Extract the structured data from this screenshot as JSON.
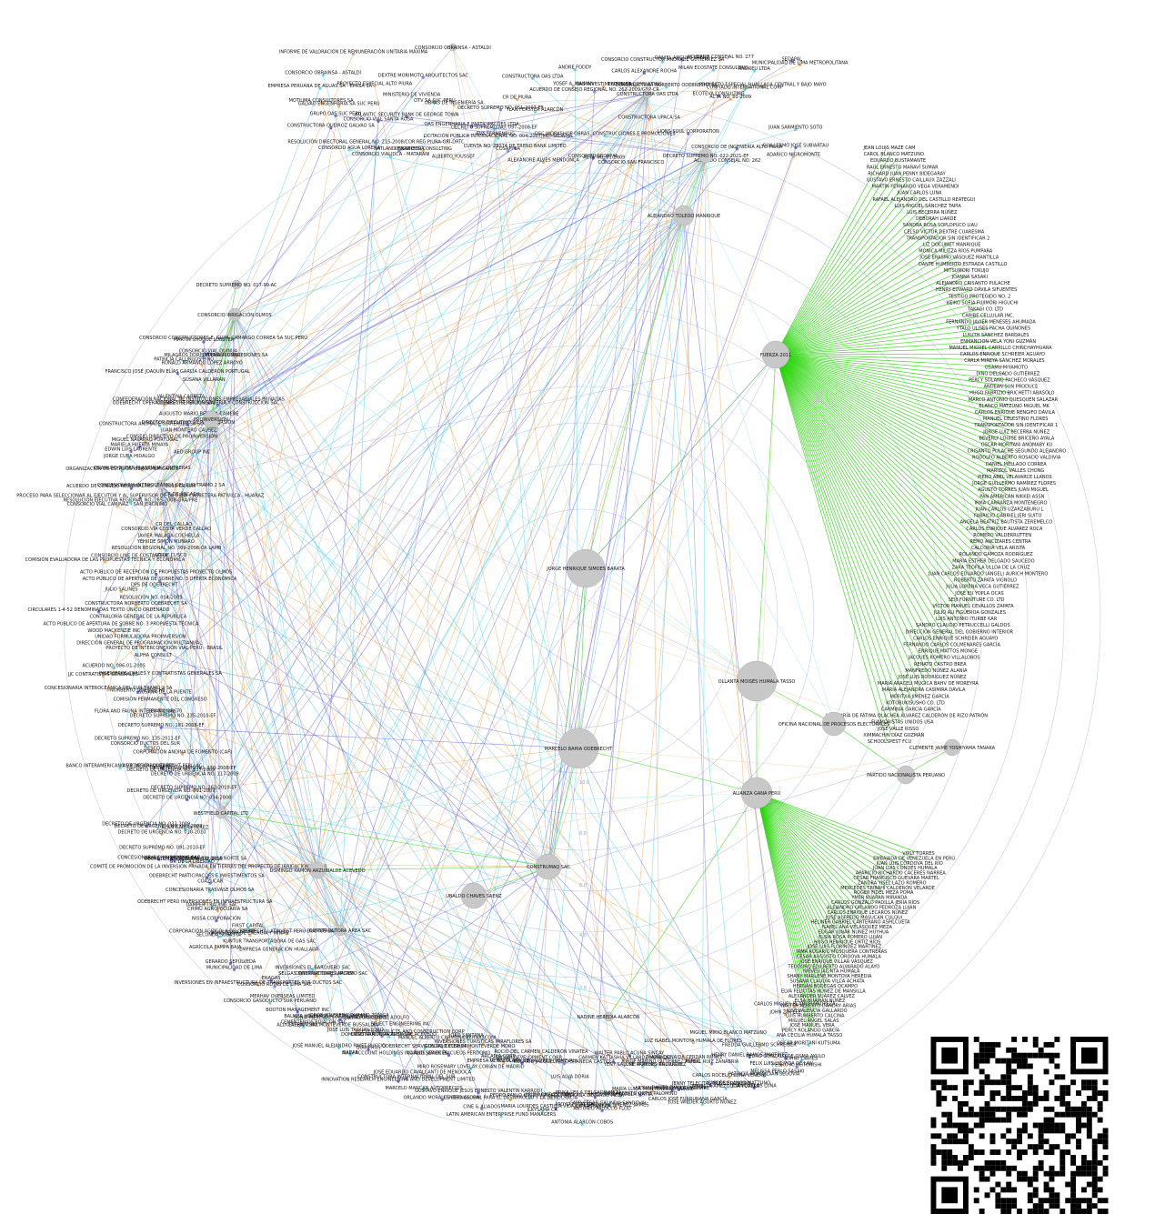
{
  "graph": {
    "rings": [
      "2.0",
      "4.0",
      "6.0",
      "8.0",
      "10.0"
    ],
    "hubs": [
      {
        "name": "FUERZA 2011"
      },
      {
        "name": "JORGE HENRIQUE SIMOES BARATA"
      },
      {
        "name": "OLLANTA MOISÉS HUMALA TASSO"
      },
      {
        "name": "MARCELO BAHIA ODEBRECHT"
      },
      {
        "name": "ALIANZA GANA PERÚ"
      },
      {
        "name": "CONSTRUMAQ SAC"
      },
      {
        "name": "OFICINA NACIONAL DE PROCESOS ELECTORALES"
      },
      {
        "name": "PARTIDO NACIONALISTA PERUANO"
      },
      {
        "name": "CLEMENTE JAIME YOSHIYAMA TANAKA"
      },
      {
        "name": "ALEJANDRO TOLEDO MANRIQUE"
      },
      {
        "name": "PROINVERSION"
      },
      {
        "name": "UBALDO CHAVES SAENZ"
      },
      {
        "name": "DECRETO SUPREMO NO. 022-2021-EF"
      },
      {
        "name": "CONSORCIO IRRIGACIÓN OLMOS"
      },
      {
        "name": "WESTFIELD CAPITAL LTD"
      },
      {
        "name": "DOMINGO RAMÓN ARZUBIALDE ACEVEDO"
      },
      {
        "name": "NADINE HEREDIA ALARCÓN"
      },
      {
        "name": "CONSTRUCTORA OAS LTDA"
      },
      {
        "name": "CONSTRUCTORA AREA SAC"
      },
      {
        "name": "CONCESIONARIA INTEROCEÁNICA DEL SUR TRAMO 2 SA"
      },
      {
        "name": "DECRETO SUPREMO NO. 017-99-AC"
      },
      {
        "name": "CONSORCIO OBRAINSA - ASTALDI"
      }
    ],
    "fuerza_members": [
      "JEAN LOUIS MAZE CAM",
      "CAROL BLANCO MATZUNO",
      "EDUARDO BUSTAMANTE",
      "RAÚL ERNESTO MARAVÍ SUMAR",
      "RICHARD JUAN PENNY BIDEGARAY",
      "GUSTAVO ERNESTO CAILLAUX ZAZZALI",
      "MARTÍN FERNANDO VEGA VERAMENDI",
      "JUAN CARLOS LUNA",
      "RAFAEL ALEJANDRO DEL CASTILLO REATEGUI",
      "LUIS MIGUEL SÁNCHEZ TAPIA",
      "LUIS BECERRA NÚÑEZ",
      "DEBORAH LIARDE",
      "SANDRA ROSA SOPLOPUCO LIAU",
      "CELSO VÍCTOR DEXTRE CUARESMA",
      "TRANSPORTADOR SIN IDENTIFICAR 2",
      "LIZ DOCUMET MANRIQUE",
      "MÓNICA MILITZA RÍOS PUMPARA",
      "JOSÉ ERASMO VÁSQUEZ MANTILLA",
      "DANTE HUMBERTO ESTRADA CASTILLO",
      "MITSUMORI TOKUJO",
      "JOANNA SASAKI",
      "ALEJANDRO CRISANTO PULACHE",
      "HENRY EDWARD DÁVILA SIFUENTES",
      "TESTIGO PROTEGIDO NO. 2",
      "KEIKO SOFÍA FUJIMORI HIGUCHI",
      "TAKAGI CO. LTD",
      "CARIBE CELLULAR INC.",
      "FERNANDO JAVIER MENESES AHUMADA",
      "YTALO ULISES PACHA QUIÑONES",
      "LUILITH SÁNCHEZ BARDALES",
      "ENMANCION VELA YONI GUZMÁN",
      "MANUEL MIGUEL CARRILLO CHINCHAYHUARA",
      "CARLOS ENRIQUE SCHREIER AGUAYO",
      "CARLA MIREYA SÁNCHEZ MORALES",
      "OSAMU MIYAMOTO",
      "DINO DELGADO GUTIÉRREZ",
      "PERCY SOLANO PACHECO VÁSQUEZ",
      "ANDEAN SUN PRODUCE",
      "HUGO FABRIZIO BRICHETTI ABASOLO",
      "MARCO ANTONIO QUESQUÉN SALAZAR",
      "BLANCO MATZUNO MIGUEL MK",
      "CARLOS ENRIQUE RENGIFO DÁVILA",
      "MANUEL CELESTINO FLORES",
      "TRANSPORTADOR SIN IDENTIFICAR 1",
      "JORGE LUIZ BECERRA NÚÑEZ",
      "BEVERLY LOUISE BRICEÑO AYALA",
      "OSCAR MORITANI ANOMABY KU",
      "CRISANTO PULACHE SEGUNDO ALEJANDRO",
      "RODOLFO ALBERTO ROSADO VALDIVIA",
      "DANIEL MELLADO CORREA",
      "MARIZOL VALLES CHONG",
      "PIERO ABEL VELAVARCE LLANOS",
      "JORGE GUILLERMO RAMÍREZ FLORES",
      "AGUSTO TORRES JUAN MIGUEL",
      "PAN AMERICAN NIKKEI ASSN",
      "IRMA CARRANZA MONTENEGRO",
      "JUAN CARLOS UZARZABURU L",
      "FABRICIO GABRIEL JERI SUITO",
      "ANGELA BEATRIZ BAUTISTA ZEREMELCO",
      "CARLOS ENRIQUE ÁLVAREZ ROCA",
      "ROMERO VALDERRUTTEN",
      "REMO ANCIZARES CENTRA",
      "CALCORIA VELA ARISTA",
      "ROLANDO GAMOZA RODRÍGUEZ",
      "MARIA ESTHER DELGADO SAUCEDO",
      "ZARA TEÓFILA ULLOA DE LA CRUZ",
      "JUAN CARLOS EDUARDO (ÁNGEL) AURICH MONTERO",
      "ROBERTO ZAPATA VIGNOLO",
      "JULIA LORENA VECA GUTIÉRREZ",
      "JOSÉ EU YOPLA OCAS",
      "SEIJI FURNITURE CO. LTD",
      "VÍCTOR MANUEL CEVALLOS ZAPATA",
      "JULIO ALI FIGUEROA GONZALES",
      "LUIS ANTONIO ITURBE KAR",
      "SANDRO CLAUDIO PETRUCCELLI GALDOS",
      "DIRECCIÓN GENERAL DEL GOBIERNO INTERIOR",
      "CARLOS ENRIQUE SCHREIER AGUAYO",
      "FERNANDO CARLOS COLMENARES GARCÍA",
      "ENRIQUE MATTOS MONGE",
      "JACQUES ROMERO VILLALOBOS",
      "RENATO CASTRO BREA",
      "MANFREDO NÚÑEZ ALANIA",
      "JOSÉ LUIS RODRÍGUEZ NÚÑEZ",
      "MARIA ARACELI MÚGICA BAHV DE MOREYRA",
      "MARIA ALEJANDRA CASIMIRA DÁVILA",
      "MERITXA JIMÉNEZ GARCÍA",
      "KOTOBUKISUSHO CO. LTD",
      "CARMINIA GARCÍA GARCÍA",
      "LUZ MARÍA DE FÁTIMA OLACHEA ÁLVAREZ CALDERÓN DE RIZO PATRÓN",
      "FUJIMORISTAS UNIDOS USA",
      "JOSÉ VALLE RISSO",
      "XIMMACHIN DÍAZ GUZMÁN",
      "SCHOOLSPEST FCU"
    ],
    "alianza_members": [
      "VIRLY TORRES",
      "EMBAJADA DE VENEZUELA EN PERÚ",
      "JUAN LUIS CÓRDOVA DEL RÍO",
      "JUAN LUIS CONDES HUMALA",
      "APARICIO RICHARDO CÁCERES NARREA",
      "CÉSAR FRANCISCO GUEVARA MARTEL",
      "ZANDRA YISEL LAZO ROMERO",
      "MERCEDES TRIBAHI CALDERÓN VELARDE",
      "ROGER FIDEL MEZA POMA",
      "YMER KUARAN MIRANDA",
      "CARLOS GONZALO PADILLA JERÍA RÍOS",
      "ALEJANDRO ORLANDO PEDROZA LUJÁN",
      "CARLOS ENRIQUE LECAROS NÚÑEZ",
      "JOSÉ ALFREDO MASUCAN CULQUI",
      "HELINER GABRIEL CÁRTERANO ASPILCUETA",
      "ISABEL ANA VELÁSQUEZ MEZA",
      "EDGAR JUNAR NÚÑEZ HUYHUA",
      "ELSIA ROSA ROMERO LUJÁN",
      "HUGO HENRIQUE ORTIZ RÍOS",
      "JOSÉ LUIS FLORINDEZ MARTÍNEZ",
      "IRMA ROSARIO MOSQUERA CONTRERAS",
      "CÉSAR AUGUSTO CÓRDOVA HUMALA",
      "JOSÉ ENRIQUE VILLAR VÁSQUEZ",
      "TEODORO EDILBERTO ALVARADO ALAYO",
      "NIEVES JACINTA HUMALA",
      "SHANY MARLENE MONTOYA HEREDIA",
      "SUSANA CLAUDIA VILCA ACHATA",
      "HERNÁN BODEGAS OCAMPO",
      "ELVA FELICITAS NÚÑEZ DE MANSILLA",
      "ALEXANDER SUÁREZ CALVEZ",
      "ELSA HUAMÁN NÚÑEZ",
      "WALTER ALBERTO DANDRY ARIAS",
      "JOSÉ VALENCIA GALLARDO",
      "LUIS HUMBERTO CALCINA",
      "MIGUEL ÁNGEL SALAS",
      "JOSÉ MANUEL VERA",
      "PERCY ROLANDO GARCÍA",
      "ANA CECILIA HUMALA TASSO"
    ],
    "misc_labels": [
      "CONSORCIO OBRAINSA - ASTALDI",
      "MOTIUMA CONSULTORES SA",
      "CONSTRUCTORA QUEIROZ GALVAO SA",
      "GRUPO OAS SUC PERÚ",
      "EMPRESA PERUANA DE AGUAS SA - EPASA SA",
      "INFORME DE VALORACIÓN DE REMUNERACIÓN UNITARIA MÁXIMA",
      "CONSORCIO AGUA LORENA",
      "GALVAO ENGENHARIA SA SUC PERÚ",
      "CONSORCIO VIAL SANTA ROSA",
      "NATLAND FINANCIERA",
      "RESOLUCIÓN DIRECTORAL GENERAL NO. 215-2008/COR.REG.PIURA-GRI-DRTC",
      "PROYECTO ESPECIAL ALTO PIURA",
      "CONSORCIO VIALIDCA - MATARANI",
      "KINGSFIELD CONSULTING",
      "ATLANTIC SECURITY BANK DE GEORGE TOWN",
      "DEXTRE MORIMOTO ARQUITECTOS SAC",
      "MINISTERIO DE VIVIENDA",
      "ALBERTO YOUSSEF",
      "OTV SA SUC PERÚ",
      "OBRAS DE INGENIERÍA SA",
      "OAS ENGENHARIA E PARTICIPACOES LTDA",
      "DECRETO SUPREMO NO. 051-2007-EF",
      "DECRETO SUPREMO NO. 097-2008-EF",
      "EVA FERNENBUG",
      "LICITACIÓN PÚBLICA INTERNACIONAL NO. 004-2007/MCI-SEDAPAL",
      "CR DE PIURA",
      "CUENTA NO. 28074 DE TREND BANK LIMITED",
      "COSAPI SA",
      "CONSTRUCTORA OAS LTDA",
      "YOSEF A. MAIMAN",
      "ILAN FERSTER ALARCÓN",
      "ALEXANDRE ALVES MENDONÇA",
      "CONSORCIO SEDAPAL",
      "ACUERDO DE CONSEJO REGIONAL NO. 262-2009/GRP-CR",
      "ANDRE FODDY",
      "OAS INVESTIMENTOS SA",
      "DSC WORKSHOP OBRAS, CONSTRUCCIONES E PROMOCIONES",
      "ECOSTATE CONSULTING",
      "CARLOS ALEXANDRE ROCHA",
      "ACTA NO. 01-2009",
      "CONSORCIO CONSTRUCTOR ANDRADE GUTIÉRREZ SA",
      "CONSORCIO SAN FRANCISCO",
      "CONSTRUCTORA NORBERTO ODEBRECHT SA",
      "CONSTRUCTORA UPACA SA",
      "LIONS SOUL CORPORATION",
      "DANIEL ANGULO SAENZ",
      "MILAN ECOSTATE CONSULTING",
      "ACUERDO CONSEJAL NO. 277",
      "ACUERDO CONSEJAL NO. 262",
      "ACTA NO. 01-2009",
      "CONSORCIO DE INGENIERÍA ALTO PIURA",
      "ECOTEVA CONSULTING",
      "CONFIADO INTERNATIONAL CORP",
      "PROYECTO ESPECIAL HUALLAGA CENTRAL Y BAJO MAYO",
      "ANDREU LTDA",
      "ADARICO NIGROMONTE",
      "GUILLERMO JOSÉ SUBIARTAU",
      "SEDAPAL",
      "JUAN SARMIENTO SOTO",
      "MUNICIPALIDAD DE LIMA METROPOLITANA",
      "CONSORCIO CONSTRUCTORES E. GUIM. CAMARGO CORREA SA SUC PERÚ",
      "INTERSUR CONCESIONES SA",
      "MARTÍN SHOGUE LOBSTER",
      "CONSORCIO VIAL QUINUA",
      "MILAGROS DORIS MARAVI SUMAR",
      "RONALD ARMANDO LOPEZ ARROYO",
      "PATRICIA CALLIRGOS PINO",
      "SUSANA VILLARÁN",
      "FRANCISCO JOSÉ JOAQUÍN ELÍAS GARCÍA CALDERÓN PORTUGAL",
      "ODEBRECHT PERÚ INGENIERÍA Y CONSTRUCCIÓN SAC",
      "CONFEDERACIÓN NACIONAL DE INSTITUCIONES EMPRESARIALES PRIVADAS",
      "VALENTINA CARRETA",
      "AUGUSTO MARIO BEDOYA CAMERE",
      "ODEBRECHT OPERACIONES Y SERVICIOS SAC",
      "DIRECTOR EJECUTIVO DE PROINVERSIÓN",
      "JUAN MONTERO CAUSEZ",
      "CONSTRUCTORA ANDRADE GUTIÉRREZ SA SUC PERÚ",
      "CONSEJO DIRECTIVO DE PROINVERSIÓN",
      "AED GROUP INC",
      "MIGUEL NAVARRO PORTUGAL",
      "MARIELA HUERTA MINAYA",
      "EDWIN LUIS LAURENTE",
      "JORGE CUBA HIDALGO",
      "OSWALDO DUBER PLASENCIA CONTRERAS",
      "ORGANIZACIÓN DE ESTADOS IBEROAMERICANOS",
      "CR DE ÁNCASH",
      "ACUERDO DE CONSEJO REGIONAL NO. 020-2010-CR/GRP",
      "PROCESO PARA SELECCIONAR AL EJECUTOR Y AL SUPERVISOR DE LA OBRA CARRETERA PATIVILCA - HUARAZ",
      "RESOLUCIÓN EJECUTIVA REGIONAL NO. 265-2008-GRA/PRE",
      "CONSORCIO VIAL CAMINAZ - SAN JERÓNIMO",
      "CR DEL CALLAO",
      "CONSORCIO VÍA COSTA VERDE CALLAO",
      "JAVIER MALAGA COCHELLA",
      "YEHUDE SIMON MUNARO",
      "RESOLUCIÓN REGIONAL NO. 309-2008-CR LAMB",
      "GR DE CUSCO",
      "CONSORCIO LINE DE COSTANERA",
      "COMISIÓN EVALUADORA DE LAS PROPUESTAS TÉCNICA Y ECONÓMICA",
      "ACTO PÚBLICO DE RECEPCIÓN DE PROPUESTAS PROYECTO OLMOS",
      "ACTO PÚBLICO DE APERTURA DE SOBRE NO. 3 OFERTA ECONÓMICA",
      "DPS DE ODEBRECHT",
      "JULIO SALINES",
      "RESOLUCIÓN NO. 004-2003",
      "CONSTRUCTORA NORBERTO ODEBRECHT SA",
      "CIRCULARES 1-4-52 DENOMINADAS TEXTO ÚNICO ORDENADO",
      "CONTRALORÍA GENERAL DE LA REPÚBLICA",
      "ACTO PÚBLICO DE APERTURA DE SOBRE NO. 3 PROPUESTA TÉCNICA",
      "WOOD MACKENZIE INC",
      "UNIDAD FORMULADORA PROINVERSIÓN",
      "DIRECCIÓN GENERAL DE PROGRAMACIÓN MULTIANUAL",
      "PROYECTO DE INTERCONEXIÓN VIAL PERÚ - BRASIL",
      "ALPHA CONSULT",
      "ACUERDO NO. 086-01-2005",
      "JJC CONTRATISTAS GENERALES",
      "INGENIEROS CIVILES Y CONTRATISTAS GENERALES SA",
      "CONCESIONARIA INTEROCEÁNICA DEL SUR TRAMO 2 SA",
      "NORBERTO ODEBRECHT",
      "SUSANA DE LA PUENTE",
      "COMISIÓN PERMANENTE DEL CONGRESO",
      "FLORA AND FAUNA INTERNATIONAL",
      "LEY NO. 28670",
      "DECRETO SUPREMO NO. 235-2010-EF",
      "DECRETO SUPREMO NO. 181-2008-EF",
      "DECRETO SUPREMO NO. 135-2011-EF",
      "CONSORCIO DUCTOS DEL SUR",
      "DESCO",
      "BANCO INTERAMERICANO DE DESARROLLO BID",
      "CORPORACIÓN ANDINA DE FOMENTO (CAF)",
      "ASOCIACIÓN ODEBRECHT PERÚ AC",
      "DECRETO DE URGENCIA NO. 107-2009",
      "DECRETO SUPREMO NO. 170-2008-EF",
      "DECRETO DE URGENCIA NO. 117-2009",
      "DECRETO DE URGENCIA NO. 001-2009",
      "DECRETO SUPREMO NO. 262-2010-EF",
      "DECRETO DE URGENCIA NO. 034-2008",
      "DECRETO DE URGENCIA NO. 032-2009",
      "DECRETO DE URGENCIA NO. 042-2009",
      "DECRETO DE URGENCIA NO. 010-2010",
      "ALAN GARCÍA PÉREZ",
      "DECRETO SUPREMO NO. 091-2010-EF",
      "CONCESIONARIA CHAVIMOCHIC SAC",
      "GRAÑA Y MONTERO SAA",
      "DECRETO DE URGENCIA 077-2010",
      "GR DE LA LIBERTAD",
      "CONCESIONARIA IIRSA NORTE SA",
      "COMITÉ DE PROMOCIÓN DE LA INVERSIÓN PRIVADA EN TIERRAS DEL PROYECTO DE IRRIGACIÓN OLMOS",
      "ODEBRECHT PARTICIPAÇÕES E INVESTIMENTOS SA",
      "COAZUCAR",
      "CONCESIONARIA TRASVASE OLMOS SA",
      "ODEBRECHT PERÚ INVERSIONES EN INFRAESTRUCTURA SA",
      "DAMPER TRADING SAC",
      "CHIMÚ AGROPECUARIA SA",
      "NISSA CORPORACIÓN",
      "CORPORACIÓN AGRÍCOLA DEL SOLAR",
      "SECUNDA SUBASTA",
      "AGRÍCOLA PAMPA BAJA",
      "FIRST CAPITAL",
      "MINISTERIO DE ENERGÍA Y MINAS",
      "GERARDO SEPÚLVEDA",
      "MUNICIPALIDAD DE LIMA",
      "KUNTUR TRANSPORTADORA DE GAS SAC",
      "ODEBRECHT LATINVEST PERÚ DUCTOS SAC",
      "EMPRESA GENERACIÓN HUALLAGA",
      "INVERSIONES EN INFRAESTRUCTURA DE TRANSPORTES POR DUCTOS SAC",
      "ENAGAS",
      "CONSORCIO RUTAS DE LIMA SAC",
      "CONSORCIO GASODUCTO SUR PERUANO",
      "MERHAV OVERSEAS LIMITED",
      "INVERSIONES EL BARQUERO SAC",
      "SELGAS INTERNATIONAL LIMITED",
      "BOOTON MANAGEMENT INC",
      "CONSTRUCTORES ARCAMO SAC",
      "ETERNIT SAC",
      "CEMENTERIOS EDIACON SAC",
      "BALMER HOLDINGS ASSETS LIMITED",
      "ALDO ALEJANDRO MONTEVERDE BUSSALLEU",
      "SONIA MERCEDES POCOVINO CÁRDENAS",
      "JORGE WILFREDO DURAND ZÚÑIGA",
      "JOSÉ MANUEL ALEJANDRO PAYET PUCCIO",
      "JOSÉ LUIS TAQUIRI TORO",
      "SACAR",
      "GUSTAVO CREADOS ADOLFO",
      "QUIMPROS",
      "CONSTRUCTORA AREA SAC",
      "DOMINGO RAMÓN ARZUBIALDE ACEVEDO",
      "SELECT ENGINEERING INC",
      "MAIN ACCOUNT HOLDINGS INC AND SERVICES",
      "ELEVEN PRODUCTS AND CONSTRUCTION CORP",
      "INNOVATION RESEARCH ENGINEERING AND DEVELOPMENT LIMITED",
      "CONSTRUCTORA INTERNACIONAL DEL SUR",
      "ODEBRECHT SERVICOS NO EXTERIOR",
      "JOSÉ EDUARDO CAVALCANTI DE MENDOÇA",
      "MARCELO MANCAN AUTOPRECIOS",
      "MANUEL ALBERTO CARMONA BERNASCONI",
      "CARLOS JAVIER IRACUEUS PERDOMO",
      "ORLANDO MORALES BERNASCONI",
      "JOÃO SANTANA",
      "GONZALO ELOHIM MONTEVERDE MORO",
      "MIRO ROSEMARY LOVELAY COBIAN DE MADRID",
      "INVERSIONES TURÍSTICAS MIRAFLORES SA",
      "GUSTAVO ENRIQUE JESÚS ERNESTO VALENTÍN KARRODI",
      "CINE & ALIADOS",
      "ARCADIA CORP",
      "TC INVITA SA",
      "LATIN AMERICAN ENTERPRISE FUND MANAGERS",
      "CENTRO GLOBAL PARA EL DESARROLLO Y LA DEMOCRACIA",
      "EMPRESA VENEZOLANA DE VALORES (VENEVAL)",
      "EXCOBI DEVELOPMENT CORP",
      "PEDRO PABLO KUCZYNSKI GODARD",
      "ROCIO DEL CARMEN CALDERÓN VINATEA",
      "ILKYSAMA CA",
      "HUGO CHÁVEZ FRÍAS",
      "MARIA LOURDES CASTILLA VIDA DE CASTAÑEDA",
      "ROSARIO JACQUELINE CASTAÑEDA CASTILLA",
      "LUIS ALVA DORIA",
      "APOYO TOTAL SAC",
      "ANTONIA ALARCÓN COBOS",
      "ERIKA LEILA DELGADO MEZA",
      "ROXANA DELGADO MEZA",
      "ANTONIO PALOCCO FLOD",
      "CAYO CÉSAR GALINDO SANDOVAL",
      "FÉLIX OVIDIO JIMÉNEZ JAIMES",
      "HUGO FAUSTO VILLA MAYTA",
      "CARMEN KATTASHIA VILLARDE HUMALA",
      "WALTER PABLO ACUÑA SINCAY",
      "CIRO ALBERTO ORTIZ PALOMINO",
      "YENY SALOMÉ ROMERO CRUZADO",
      "MARÍA LUISA MONTENEGRO NÚÑEZ",
      "JOSÉ PAREDES RODRÍGUEZ",
      "JORGE MARINO GUTIÉRREZ PÉREZ",
      "ARTURO HUGO ENCISO AGUIRRE",
      "DANTO DAVILA DALTON",
      "CARLOS JOSÉ FURRUNANA GARCÍA",
      "MARÍA DONAIDA CERDÁN NÚÑEZ",
      "JOSÉ WILDER AGURTO NÚÑEZ",
      "LUZ ISABEL MONTOYA HUMALA DE FLORES",
      "JENNY TELECITAS NÚÑEZ ROMERO",
      "ANÍBAL RUIZ ZANABRIA",
      "MIRELLA AMEZQUITA YOVERA",
      "CARLOS ROCELIO LUNA VENERO",
      "CARLOS BLANCO MATZUNO",
      "MIGUEL MIKIO BLANCO MATZUNO",
      "JUAN CÁRLOS LUNA",
      "HENRY DANIEL RAMOS MARTÍNEZ",
      "PATRICIA MONTALVAN SEGOVIA",
      "FREDDA GUILLERMO SCHREIBER",
      "MELISSA PERLO SASAKI",
      "FÉLIX LUIS LIZ VIDA DE LAN",
      "PEDRO GONZALO DE OSMA AYULO",
      "PEDRO A. MOTONISHI",
      "JOHNY DAVIES",
      "JOHN ZIM LEE",
      "OSCAR MORITANI KUTSUMA",
      "CARLOS MIGUEL BLANCO OROPEZA"
    ]
  }
}
